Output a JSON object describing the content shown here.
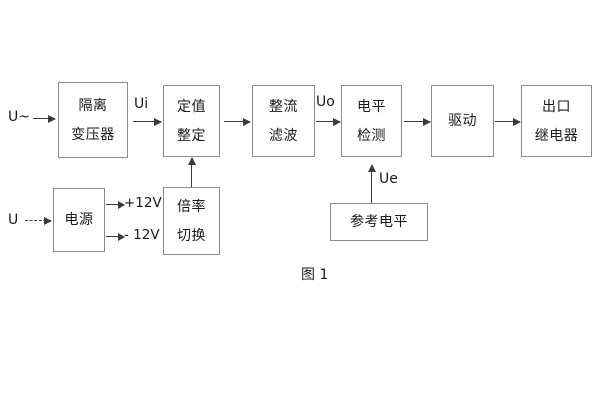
{
  "figure": {
    "caption": "图 1",
    "colors": {
      "box_border": "#8a8a8a",
      "arrow": "#3a3a3a",
      "text": "#1a1a1a",
      "background": "#ffffff"
    }
  },
  "blocks": [
    {
      "id": "isolation-transformer",
      "line1": "隔离",
      "line2": "变压器"
    },
    {
      "id": "setpoint-adjust",
      "line1": "定值",
      "line2": "整定"
    },
    {
      "id": "rectify-filter",
      "line1": "整流",
      "line2": "滤波"
    },
    {
      "id": "level-detection",
      "line1": "电平",
      "line2": "检测"
    },
    {
      "id": "drive",
      "line1": "驱动",
      "line2": ""
    },
    {
      "id": "output-relay",
      "line1": "出口",
      "line2": "继电器"
    },
    {
      "id": "power-supply",
      "line1": "电源",
      "line2": ""
    },
    {
      "id": "multiplier-switch",
      "line1": "倍率",
      "line2": "切换"
    },
    {
      "id": "reference-level",
      "line1": "参考电平",
      "line2": ""
    }
  ],
  "signals": {
    "ac_input": "U~",
    "dc_input": "U",
    "ui": "Ui",
    "uo": "Uo",
    "ue": "Ue",
    "rail_positive": "+12V",
    "rail_negative": "- 12V"
  }
}
